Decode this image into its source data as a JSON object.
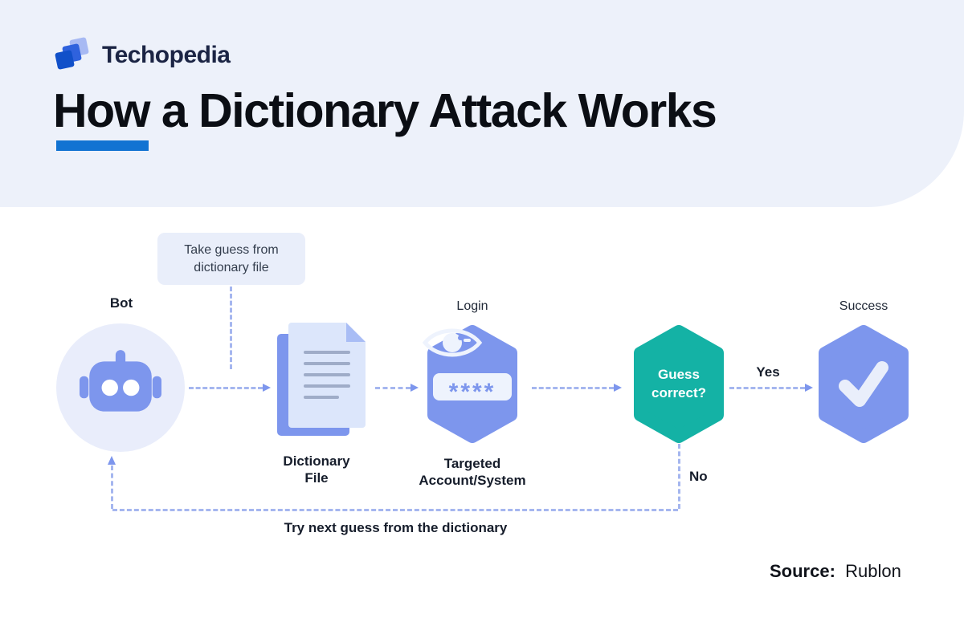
{
  "brand": {
    "name": "Techopedia"
  },
  "header": {
    "title": "How a Dictionary Attack Works"
  },
  "diagram": {
    "callout": "Take guess from\ndictionary file",
    "bot_label": "Bot",
    "dictionary_label": "Dictionary\nFile",
    "login_label": "Login",
    "targeted_label": "Targeted\nAccount/System",
    "guess_label": "Guess\ncorrect?",
    "success_label": "Success",
    "yes_label": "Yes",
    "no_label": "No",
    "retry_label": "Try next guess from the dictionary",
    "password_mask": "****"
  },
  "footer": {
    "source_label": "Source:",
    "source_value": "Rublon"
  },
  "colors": {
    "header_bg": "#EDF1FA",
    "periwinkle": "#7D96ED",
    "light_circle": "#E9EDFB",
    "teal": "#14B2A5",
    "accent_blue": "#1273D2",
    "dash_line": "#A5B6EF",
    "logo_dark_blue": "#1150C9",
    "logo_mid_blue": "#2F62DD",
    "logo_light_blue": "#A7B9F3",
    "text_dark": "#161D2B"
  },
  "icons": {
    "logo": "techopedia-logo-icon",
    "bot": "robot-icon",
    "file": "document-icon",
    "login": "eye-password-icon",
    "success": "checkmark-icon"
  }
}
